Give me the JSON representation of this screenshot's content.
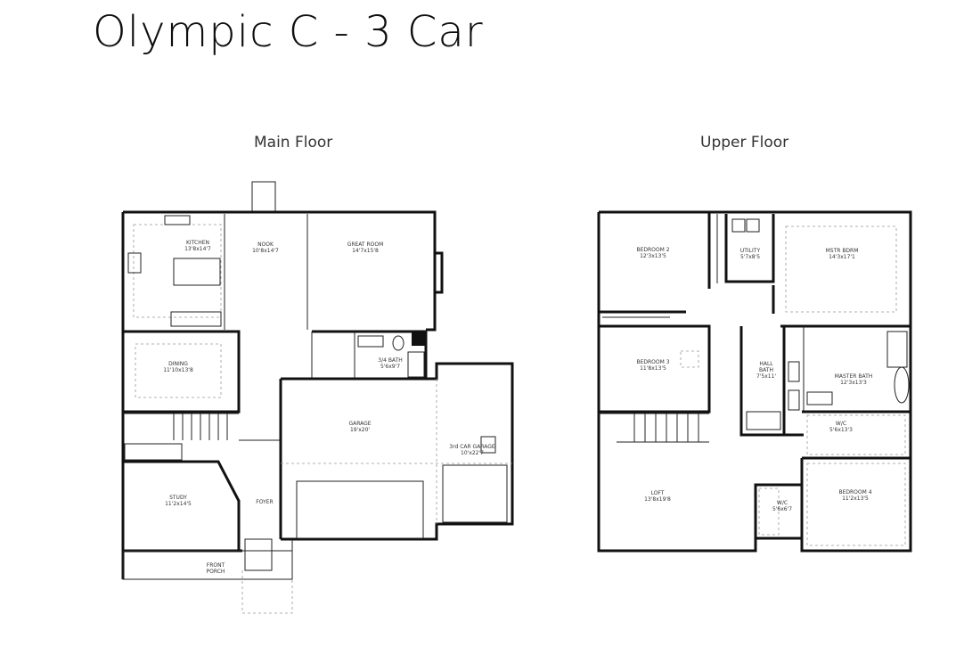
{
  "title": "Olympic C - 3 Car",
  "floors": {
    "main": {
      "label": "Main Floor",
      "rooms": {
        "kitchen": {
          "name": "KITCHEN",
          "dims": "13'8x14'7"
        },
        "nook": {
          "name": "NOOK",
          "dims": "10'8x14'7"
        },
        "great_room": {
          "name": "GREAT ROOM",
          "dims": "14'7x15'8"
        },
        "dining": {
          "name": "DINING",
          "dims": "11'10x13'8"
        },
        "bath": {
          "name": "3/4 BATH",
          "dims": "5'6x9'7"
        },
        "garage": {
          "name": "GARAGE",
          "dims": "19'x20'"
        },
        "third_garage": {
          "name": "3rd CAR GARAGE",
          "dims": "10'x22'7"
        },
        "study": {
          "name": "STUDY",
          "dims": "11'2x14'5"
        },
        "foyer": {
          "name": "FOYER",
          "dims": ""
        },
        "front_porch": {
          "name": "FRONT",
          "name2": "PORCH"
        }
      }
    },
    "upper": {
      "label": "Upper Floor",
      "rooms": {
        "bedroom2": {
          "name": "BEDROOM 2",
          "dims": "12'3x13'5"
        },
        "utility": {
          "name": "UTILITY",
          "dims": "5'7x8'5"
        },
        "master_bedroom": {
          "name": "MSTR BDRM",
          "dims": "14'3x17'1"
        },
        "bedroom3": {
          "name": "BEDROOM 3",
          "dims": "11'8x13'5"
        },
        "hall_bath": {
          "name": "HALL",
          "name2": "BATH",
          "dims": "7'5x11'"
        },
        "master_bath": {
          "name": "MASTER BATH",
          "dims": "12'3x13'3"
        },
        "wic_master": {
          "name": "W/C",
          "dims": "5'6x13'3"
        },
        "loft": {
          "name": "LOFT",
          "dims": "13'8x19'8"
        },
        "wic": {
          "name": "W/C",
          "dims": "5'6x6'7"
        },
        "bedroom4": {
          "name": "BEDROOM 4",
          "dims": "11'2x13'5"
        }
      }
    }
  }
}
